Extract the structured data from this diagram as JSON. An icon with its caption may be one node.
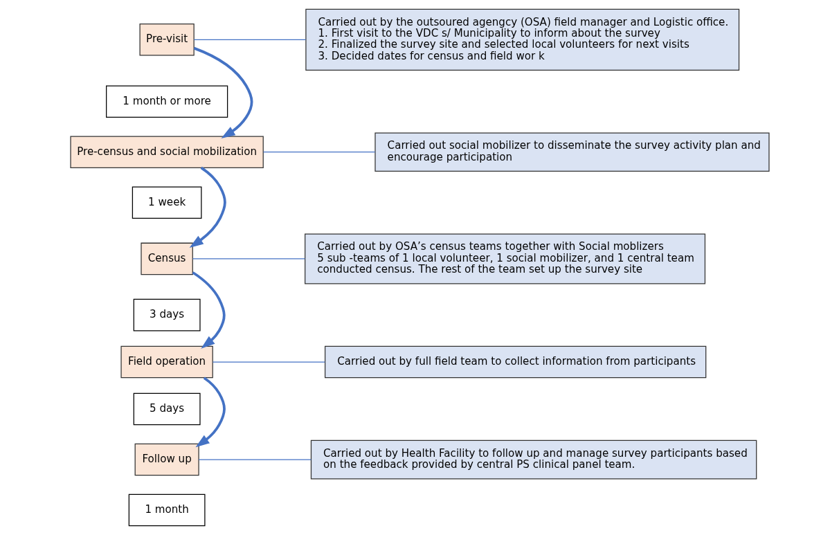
{
  "diagram": {
    "nodes": [
      {
        "text": [
          "Pre-visit"
        ]
      },
      {
        "text": [
          "Carried out by the outsoured agengcy (OSA) field manager and Logistic office.",
          "1. First visit to the VDC s/ Municipality to inform about the survey",
          "2. Finalized the survey site and selected local volunteers for next visits",
          "3. Decided dates for census and field wor k"
        ]
      },
      {
        "text": [
          "1 month or more"
        ]
      },
      {
        "text": [
          "Pre-census and social mobilization"
        ]
      },
      {
        "text": [
          "Carried out social mobilizer to disseminate the survey activity plan and encourage participation"
        ]
      },
      {
        "text": [
          "1 week"
        ]
      },
      {
        "text": [
          "Census"
        ]
      },
      {
        "text": [
          "Carried out by OSA’s census teams together with Social moblizers",
          "5 sub -teams of 1 local volunteer, 1 social mobilizer, and 1 central team conducted census. The rest of the team set up the survey site"
        ]
      },
      {
        "text": [
          "3 days"
        ]
      },
      {
        "text": [
          "Field operation"
        ]
      },
      {
        "text": [
          "Carried out by full field team to collect information from participants"
        ]
      },
      {
        "text": [
          "5 days"
        ]
      },
      {
        "text": [
          "Follow up"
        ]
      },
      {
        "text": [
          "Carried out by Health Facility to follow up and manage survey participants based on the feedback provided by central PS clinical panel team."
        ]
      },
      {
        "text": [
          "1 month"
        ]
      }
    ],
    "edges": [
      {
        "from": 0,
        "to": 1,
        "arrow": "none"
      },
      {
        "from": 0,
        "to": 3,
        "arrow": "to",
        "style": "thick"
      },
      {
        "from": 3,
        "to": 4,
        "arrow": "none"
      },
      {
        "from": 3,
        "to": 6,
        "arrow": "to",
        "style": "thick"
      },
      {
        "from": 6,
        "to": 7,
        "arrow": "none"
      },
      {
        "from": 6,
        "to": 9,
        "arrow": "to",
        "style": "thick"
      },
      {
        "from": 9,
        "to": 10,
        "arrow": "none"
      },
      {
        "from": 9,
        "to": 12,
        "arrow": "to",
        "style": "thick"
      },
      {
        "from": 12,
        "to": 13,
        "arrow": "none"
      }
    ]
  }
}
